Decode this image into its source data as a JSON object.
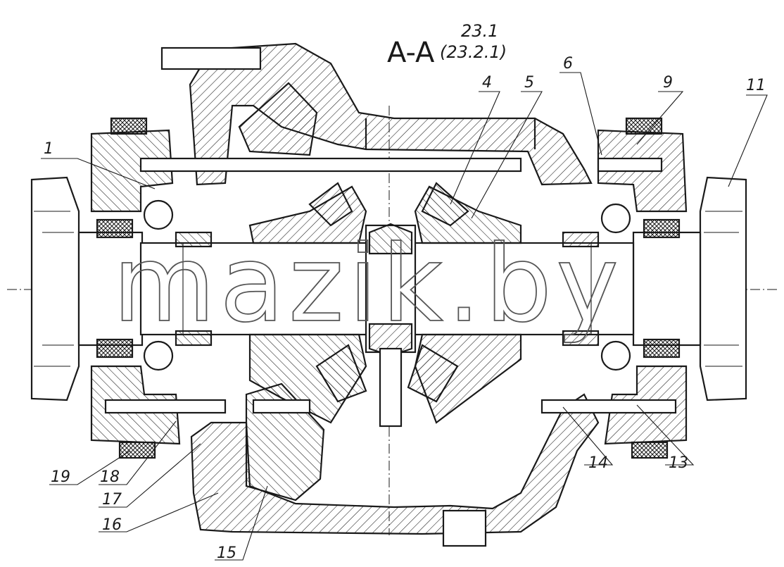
{
  "section_title": "A-A",
  "ref_top": "23.1",
  "ref_bottom": "(23.2.1)",
  "watermark": "mazik.by",
  "callouts": [
    "1",
    "4",
    "5",
    "6",
    "9",
    "11",
    "13",
    "14",
    "15",
    "16",
    "17",
    "18",
    "19"
  ]
}
